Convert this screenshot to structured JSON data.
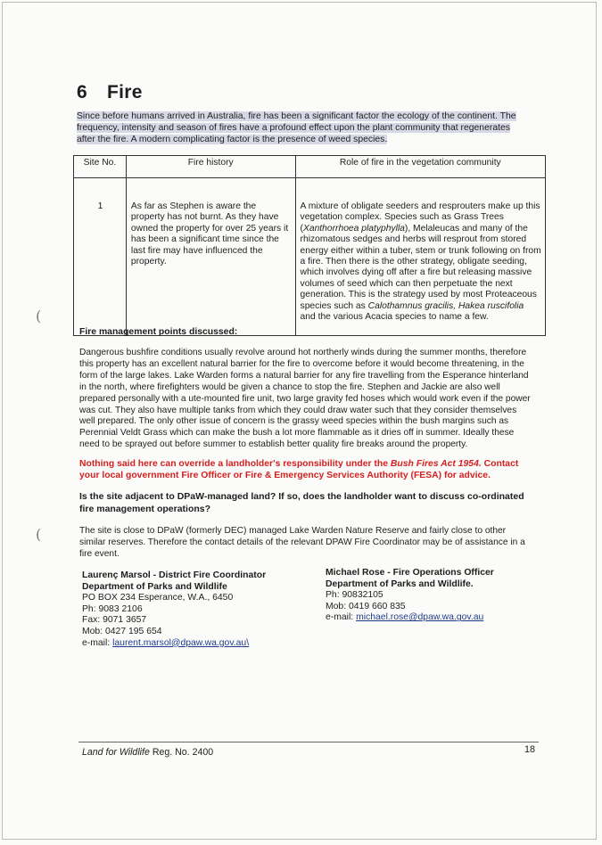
{
  "section": {
    "number": "6",
    "title": "Fire"
  },
  "intro": "Since before humans arrived in Australia, fire has been a significant factor the ecology of the continent.  The frequency, intensity and season of fires have a profound effect upon the plant community that regenerates after the fire.  A modern complicating factor is the presence of weed species.",
  "table": {
    "headers": [
      "Site No.",
      "Fire history",
      "Role of fire in the vegetation community"
    ],
    "row": {
      "site": "1",
      "history": "As far as Stephen is aware the property has not burnt. As they have owned the property for over 25 years it has been a significant time since the last fire may have influenced the property.",
      "role_parts": [
        "A mixture of obligate seeders and resprouters make up this vegetation complex. Species such as Grass Trees (",
        "Xanthorrhoea platyphylla",
        "), Melaleucas and many of the rhizomatous sedges and herbs will resprout from stored energy either within a tuber, stem or trunk following on from a fire. Then there is the other strategy, obligate seeding, which involves dying off after a fire but releasing massive volumes of seed which can then perpetuate the next generation. This is the strategy used by most Proteaceous species such as ",
        "Calothamnus gracilis, Hakea ruscifolia",
        " and the various Acacia species to name a few."
      ]
    }
  },
  "management": {
    "heading": "Fire management points discussed:",
    "body": "Dangerous bushfire conditions usually revolve around hot northerly winds during the summer months, therefore this property has an excellent natural barrier for the fire to overcome before it would become threatening, in the form of the large lakes. Lake Warden forms a natural barrier for any fire travelling from the Esperance hinterland in the north, where firefighters would be given a chance to stop the fire. Stephen and Jackie are also well prepared personally with a ute-mounted fire unit, two large gravity fed hoses which would work even if the power was cut. They also have multiple tanks from which they could draw water such that they consider themselves well prepared. The only other issue of concern is the grassy weed species within the bush margins such as Perennial Veldt Grass which can make the bush a lot more flammable as it dries off in summer. Ideally these need to be sprayed out before summer to establish better quality fire breaks around the property."
  },
  "warning": {
    "before": "Nothing said here can override a landholder's responsibility under the ",
    "act": "Bush Fires Act 1954.",
    "after": "  Contact your local government Fire Officer or Fire & Emergency Services Authority (FESA) for advice."
  },
  "question": "Is the site adjacent to DPaW-managed land?  If so, does the landholder want to discuss co-ordinated fire management operations?",
  "answer": "The site is close to  DPaW (formerly DEC) managed Lake Warden Nature Reserve and fairly close to other similar reserves. Therefore the contact details of the relevant DPAW Fire Coordinator may be of assistance in a fire event.",
  "contacts": [
    {
      "name": "Laurenç Marsol - District Fire Coordinator",
      "org": "Department of Parks and Wildlife",
      "address": "PO BOX 234 Esperance, W.A., 6450",
      "phone": "Ph: 9083 2106",
      "fax": "Fax: 9071 3657",
      "mobile": "Mob: 0427 195 654",
      "email_label": "e-mail: ",
      "email": "laurent.marsol@dpaw.wa.gov.au\\"
    },
    {
      "name": "Michael Rose - Fire Operations Officer",
      "org": "Department of Parks and Wildlife.",
      "phone": "Ph: 90832105",
      "mobile": "Mob: 0419 660 835",
      "email_label": "e-mail: ",
      "email": "michael.rose@dpaw.wa.gov.au"
    }
  ],
  "footer": {
    "publication": "Land for Wildlife",
    "reg": " Reg. No. 2400",
    "page": "18"
  },
  "margin_mark": "("
}
